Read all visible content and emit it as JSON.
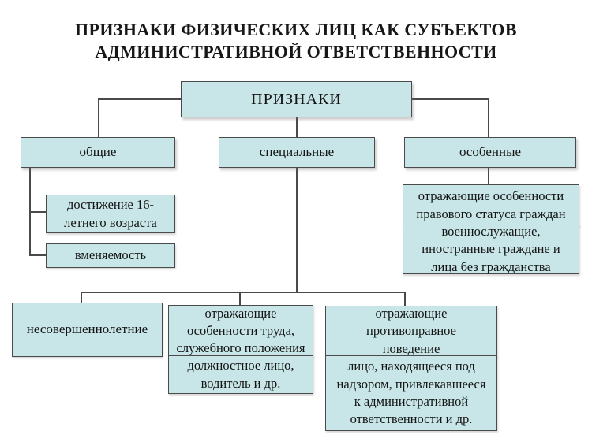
{
  "title": {
    "line1": "ПРИЗНАКИ ФИЗИЧЕСКИХ ЛИЦ КАК СУБЪЕКТОВ",
    "line2": "АДМИНИСТРАТИВНОЙ ОТВЕТСТВЕННОСТИ"
  },
  "root": {
    "label": "ПРИЗНАКИ"
  },
  "general": {
    "label": "общие",
    "age": "достижение 16-\nлетнего возраста",
    "sanity": "вменяемость"
  },
  "special": {
    "label": "специальные",
    "minors": "несовершеннолетние",
    "labor": {
      "title": "отражающие\nособенности труда,\nслужебного положения",
      "examples": "должностное лицо,\nводитель и др."
    },
    "unlawful": {
      "title": "отражающие\nпротивоправное\nповедение",
      "examples": "лицо, находящееся под\nнадзором, привлекавшееся\nк административной\nответственности и др."
    }
  },
  "particular": {
    "label": "особенные",
    "status": "отражающие особенности\nправового статуса граждан",
    "examples": "военнослужащие,\nиностранные граждане и\nлица без гражданства"
  },
  "colors": {
    "box_fill": "#c8e6e8",
    "box_border": "#4a4a4a",
    "connector": "#4a4a4a",
    "text": "#141414",
    "background": "#ffffff"
  }
}
